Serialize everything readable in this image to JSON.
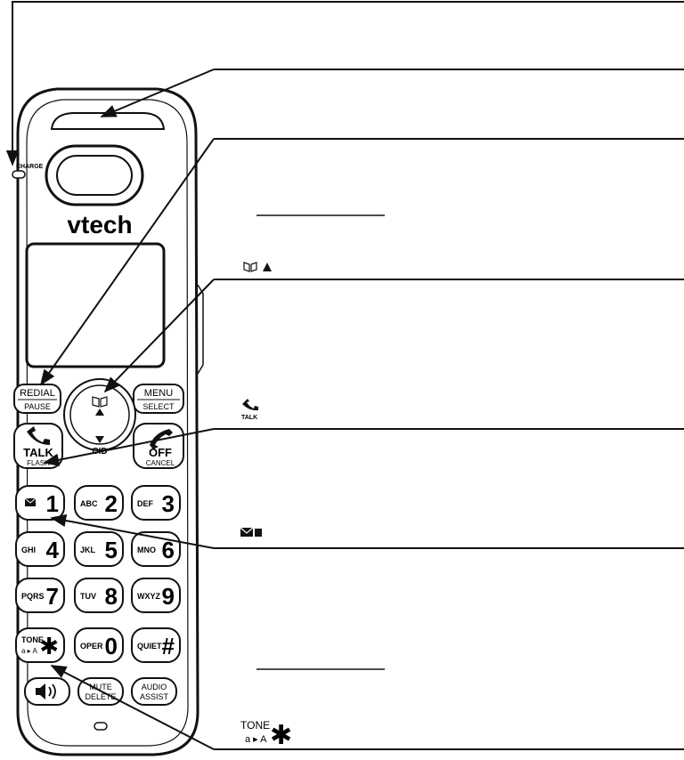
{
  "brand": "vtech",
  "charge_label": "CHARGE",
  "keys": {
    "redial": {
      "top": "REDIAL",
      "bottom": "PAUSE"
    },
    "menu": {
      "top": "MENU",
      "bottom": "SELECT"
    },
    "nav": {
      "cid": "CID"
    },
    "talk": {
      "top": "TALK",
      "bottom": "FLASH"
    },
    "off": {
      "top": "OFF",
      "bottom": "CANCEL"
    },
    "digits": [
      {
        "letters": "",
        "digit": "1"
      },
      {
        "letters": "ABC",
        "digit": "2"
      },
      {
        "letters": "DEF",
        "digit": "3"
      },
      {
        "letters": "GHI",
        "digit": "4"
      },
      {
        "letters": "JKL",
        "digit": "5"
      },
      {
        "letters": "MNO",
        "digit": "6"
      },
      {
        "letters": "PQRS",
        "digit": "7"
      },
      {
        "letters": "TUV",
        "digit": "8"
      },
      {
        "letters": "WXYZ",
        "digit": "9"
      },
      {
        "letters": "TONE",
        "digit": "✱",
        "sub": "a ▸ A"
      },
      {
        "letters": "OPER",
        "digit": "0"
      },
      {
        "letters": "QUIET",
        "digit": "#"
      }
    ],
    "mute": {
      "top": "MUTE",
      "bottom": "DELETE"
    },
    "audio": {
      "top": "AUDIO",
      "bottom": "ASSIST"
    }
  },
  "callouts": {
    "talk_icon_label": "TALK",
    "tone_label": "TONE",
    "tone_sub": "a ▸ A",
    "tone_symbol": "✱"
  }
}
